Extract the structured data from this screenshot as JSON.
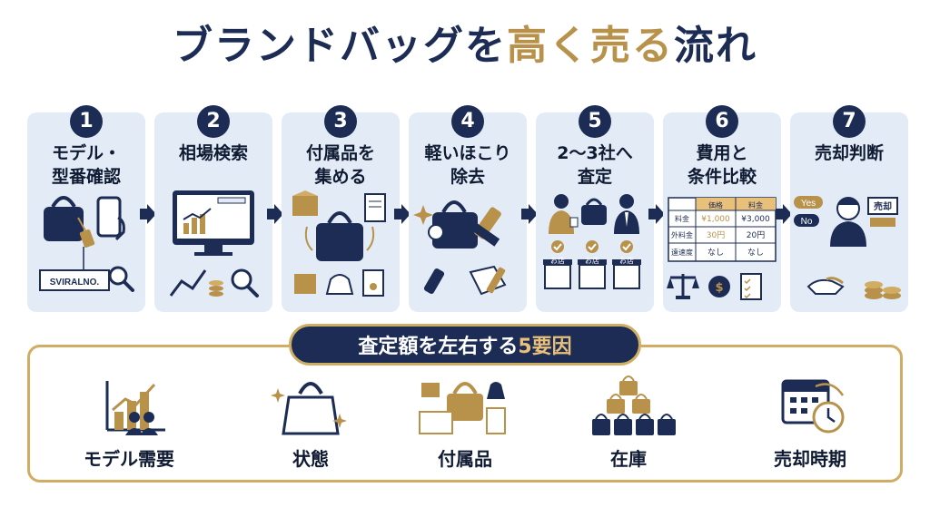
{
  "title": {
    "prefix": "ブランドバッグを",
    "accent": "高く売る",
    "suffix": "流れ"
  },
  "steps": [
    {
      "num": "1",
      "label": "モデル・\n型番確認",
      "serial": "SVIRALNO."
    },
    {
      "num": "2",
      "label": "相場検索"
    },
    {
      "num": "3",
      "label": "付属品を\n集める"
    },
    {
      "num": "4",
      "label": "軽いほこり\n除去"
    },
    {
      "num": "5",
      "label": "2〜3社へ\n査定",
      "shops": [
        "お店",
        "お店",
        "お店"
      ]
    },
    {
      "num": "6",
      "label": "費用と\n条件比較",
      "table": {
        "headers": [
          "価格",
          "料金"
        ],
        "rows": [
          {
            "label": "料金",
            "values": [
              "¥1,000",
              "¥3,000"
            ]
          },
          {
            "label": "外料金",
            "values": [
              "30円",
              "20円"
            ]
          },
          {
            "label": "遠速度",
            "values": [
              "なし",
              "なし"
            ]
          }
        ]
      }
    },
    {
      "num": "7",
      "label": "売却判断",
      "bubble_yes": "Yes",
      "bubble_no": "No",
      "sign": "売却"
    }
  ],
  "factors_panel": {
    "heading_prefix": "査定額を左右する",
    "heading_accent": "5要因",
    "items": [
      {
        "label": "モデル需要",
        "icon": "chart-people-icon"
      },
      {
        "label": "状態",
        "icon": "bag-sparkle-icon"
      },
      {
        "label": "付属品",
        "icon": "accessories-icon"
      },
      {
        "label": "在庫",
        "icon": "stacked-bags-icon"
      },
      {
        "label": "売却時期",
        "icon": "calendar-clock-icon"
      }
    ]
  },
  "colors": {
    "navy": "#1c2c55",
    "gold": "#b8914a",
    "card": "#e3ecf6"
  }
}
